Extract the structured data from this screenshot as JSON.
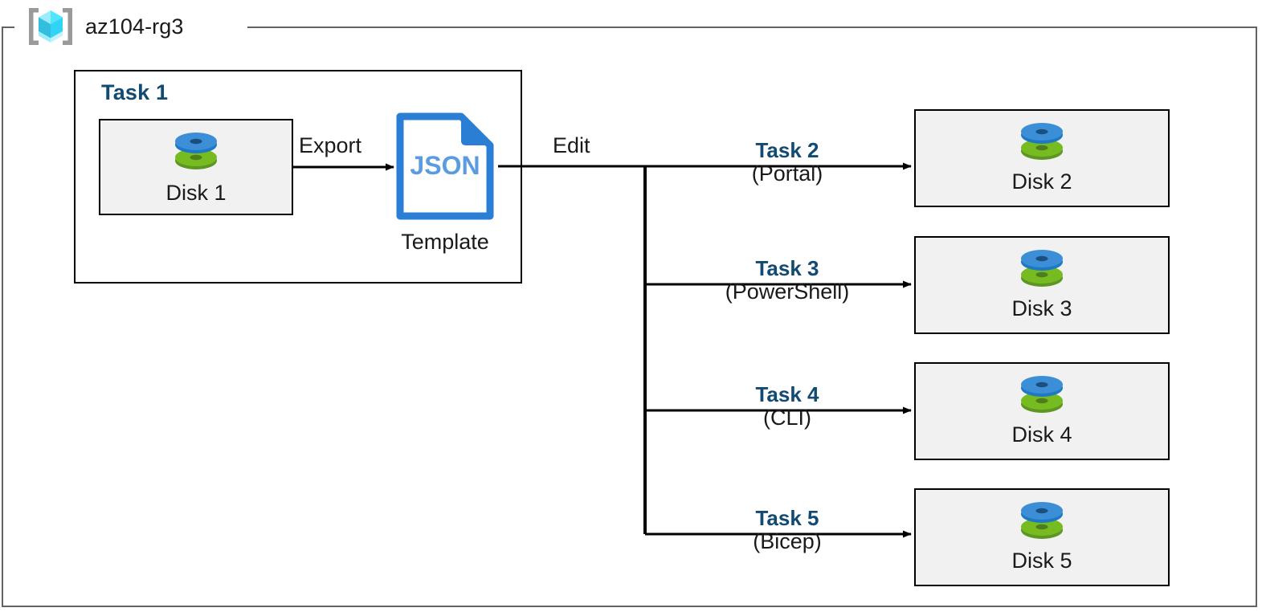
{
  "resource_group": {
    "name": "az104-rg3",
    "icon": "azure-resource-group-cube-icon"
  },
  "task1": {
    "label": "Task 1",
    "source_disk": {
      "caption": "Disk 1",
      "icon": "managed-disk-icon"
    },
    "template": {
      "file_type": "JSON",
      "caption": "Template",
      "icon": "json-file-icon"
    },
    "export_label": "Export"
  },
  "edit_label": "Edit",
  "branches": [
    {
      "task": "Task 2",
      "tool": "(Portal)",
      "target": {
        "caption": "Disk 2",
        "icon": "managed-disk-icon"
      }
    },
    {
      "task": "Task 3",
      "tool": "(PowerShell)",
      "target": {
        "caption": "Disk 3",
        "icon": "managed-disk-icon"
      }
    },
    {
      "task": "Task 4",
      "tool": "(CLI)",
      "target": {
        "caption": "Disk 4",
        "icon": "managed-disk-icon"
      }
    },
    {
      "task": "Task 5",
      "tool": "(Bicep)",
      "target": {
        "caption": "Disk 5",
        "icon": "managed-disk-icon"
      }
    }
  ],
  "colors": {
    "task_label": "#114A72",
    "frame_border": "#636363",
    "box_border": "#000000",
    "tile_fill": "#f1f1f1",
    "disk_blue": "#3C8FD6",
    "disk_green": "#76BC21",
    "json_blue": "#2A7FD4",
    "json_text": "#5B9BE0",
    "cube_cyan": "#50E6FF",
    "bracket_gray": "#9A9A9A"
  }
}
